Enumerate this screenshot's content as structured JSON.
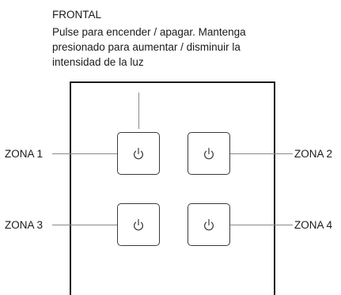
{
  "header": {
    "title": "FRONTAL",
    "description_lines": [
      "Pulse para encender / apagar. Mantenga",
      "presionado para aumentar / disminuir la",
      "intensidad de la luz"
    ]
  },
  "zones": [
    {
      "label": "ZONA 1",
      "icon": "power-icon"
    },
    {
      "label": "ZONA 2",
      "icon": "power-icon"
    },
    {
      "label": "ZONA 3",
      "icon": "power-icon"
    },
    {
      "label": "ZONA 4",
      "icon": "power-icon"
    }
  ],
  "colors": {
    "line": "#1a1a1a",
    "leader": "#8a8a8a",
    "button_border": "#3a3a3a"
  }
}
